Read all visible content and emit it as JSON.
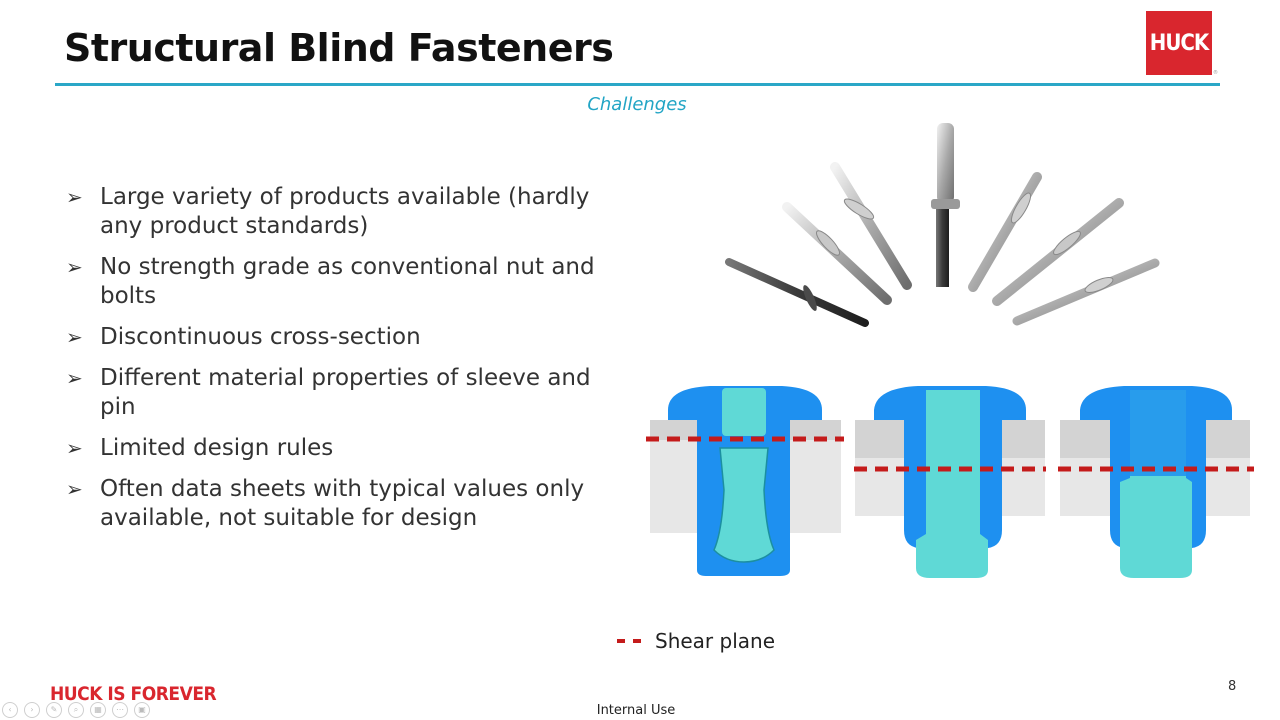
{
  "slide": {
    "title": "Structural Blind Fasteners",
    "subtitle": "Challenges",
    "logo_text": "HUCK",
    "logo_mark": "®",
    "bullets": [
      "Large variety of products available (hardly any product standards)",
      "No strength grade as conventional nut and bolts",
      "Discontinuous cross-section",
      "Different material properties of sleeve and pin",
      "Limited design rules",
      "Often data sheets with typical values only available, not suitable for design"
    ],
    "legend_label": "Shear plane",
    "page_number": "8",
    "footer": "Internal Use",
    "tagline": "HUCK IS FOREVER"
  },
  "colors": {
    "accent": "#2aa7c7",
    "brand_red": "#d9262e",
    "shear_line": "#c41b1b",
    "sleeve_blue": "#1e90f0",
    "pin_cyan": "#5fd9d6",
    "plate_gray": "#d9d9d9"
  },
  "icons": {
    "bullet": "arrow-bullet-icon"
  },
  "player_controls": [
    "prev-icon",
    "next-icon",
    "pen-icon",
    "zoom-icon",
    "grid-icon",
    "more-icon",
    "camera-icon"
  ]
}
